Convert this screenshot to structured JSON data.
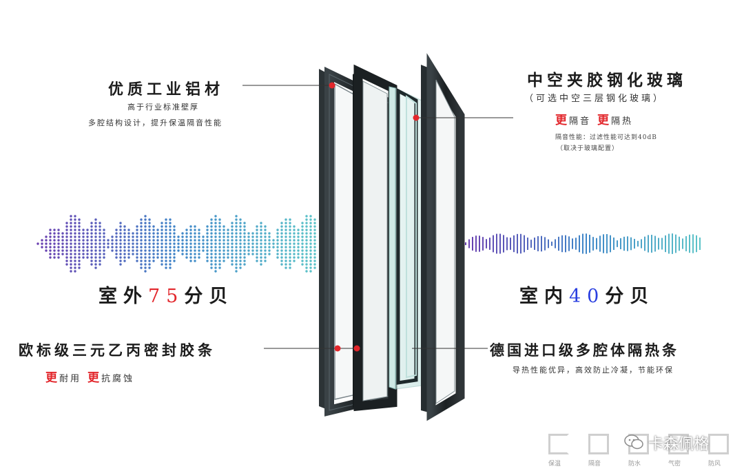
{
  "left_top": {
    "title": "优质工业铝材",
    "line1": "高于行业标准壁厚",
    "line2": "多腔结构设计，提升保温隔音性能"
  },
  "right_top": {
    "title": "中空夹胶钢化玻璃",
    "note": "（可选中空三层钢化玻璃）",
    "more1": "更",
    "w1": "隔音",
    "more2": "更",
    "w2": "隔热",
    "detail1": "隔音性能：过滤性能可达到40dB",
    "detail2": "（取决于玻璃配置）"
  },
  "outdoor": {
    "prefix": "室外",
    "number": "75",
    "unit": "分贝"
  },
  "indoor": {
    "prefix": "室内",
    "number": "40",
    "unit": "分贝"
  },
  "left_bottom": {
    "title": "欧标级三元乙丙密封胶条",
    "more1": "更",
    "w1": "耐用",
    "more2": "更",
    "w2": "抗腐蚀"
  },
  "right_bottom": {
    "title": "德国进口级多腔体隔热条",
    "line1": "导热性能优异，高效防止冷凝，节能环保"
  },
  "bottom_icons": [
    {
      "icon": "thermal-insulation-icon",
      "label": "保温"
    },
    {
      "icon": "sound-insulation-icon",
      "label": "隔音"
    },
    {
      "icon": "waterproof-icon",
      "label": "防水"
    },
    {
      "icon": "airtight-icon",
      "label": "气密"
    },
    {
      "icon": "windproof-icon",
      "label": "防风"
    }
  ],
  "watermark": {
    "icon": "wechat-icon",
    "text": "卡森佩格"
  },
  "colors": {
    "accent_red": "#e2262b",
    "accent_blue": "#2a3fe0",
    "wave_purple": "#6a3fb0",
    "wave_blue": "#3f86c8",
    "wave_teal": "#5cc4c8",
    "frame_dark": "#1e2426"
  }
}
